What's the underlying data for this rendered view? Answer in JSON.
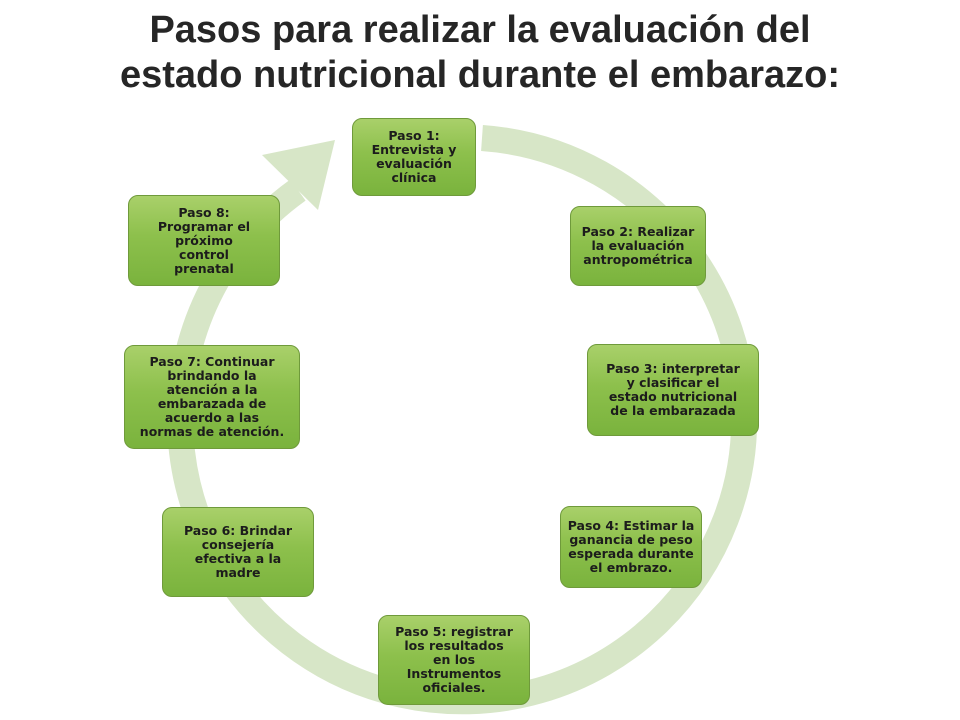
{
  "title": {
    "line1": "Pasos para realizar la evaluación del",
    "line2": "estado nutricional durante el  embarazo:"
  },
  "colors": {
    "ring": "#d7e6c7",
    "box_top": "#a9d06a",
    "box_bottom": "#7ab33d",
    "box_border": "#6f9a3b"
  },
  "steps": [
    {
      "label": "Paso 1:\nEntrevista  y\nevaluación\nclínica"
    },
    {
      "label": "Paso 2: Realizar\nla evaluación\nantropométrica"
    },
    {
      "label": "Paso 3: interpretar\ny clasificar el\nestado nutricional\nde la embarazada"
    },
    {
      "label": "Paso 4: Estimar la\nganancia de peso\nesperada durante\nel embrazo."
    },
    {
      "label": "Paso 5: registrar\nlos resultados\nen los\nInstrumentos\noficiales."
    },
    {
      "label": "Paso 6: Brindar\nconsejería\nefectiva a la\nmadre"
    },
    {
      "label": "Paso 7: Continuar\nbrindando la\natención a la\nembarazada de\nacuerdo a las\nnormas de atención."
    },
    {
      "label": "Paso 8:\nProgramar el\npróximo\ncontrol\nprenatal"
    }
  ]
}
